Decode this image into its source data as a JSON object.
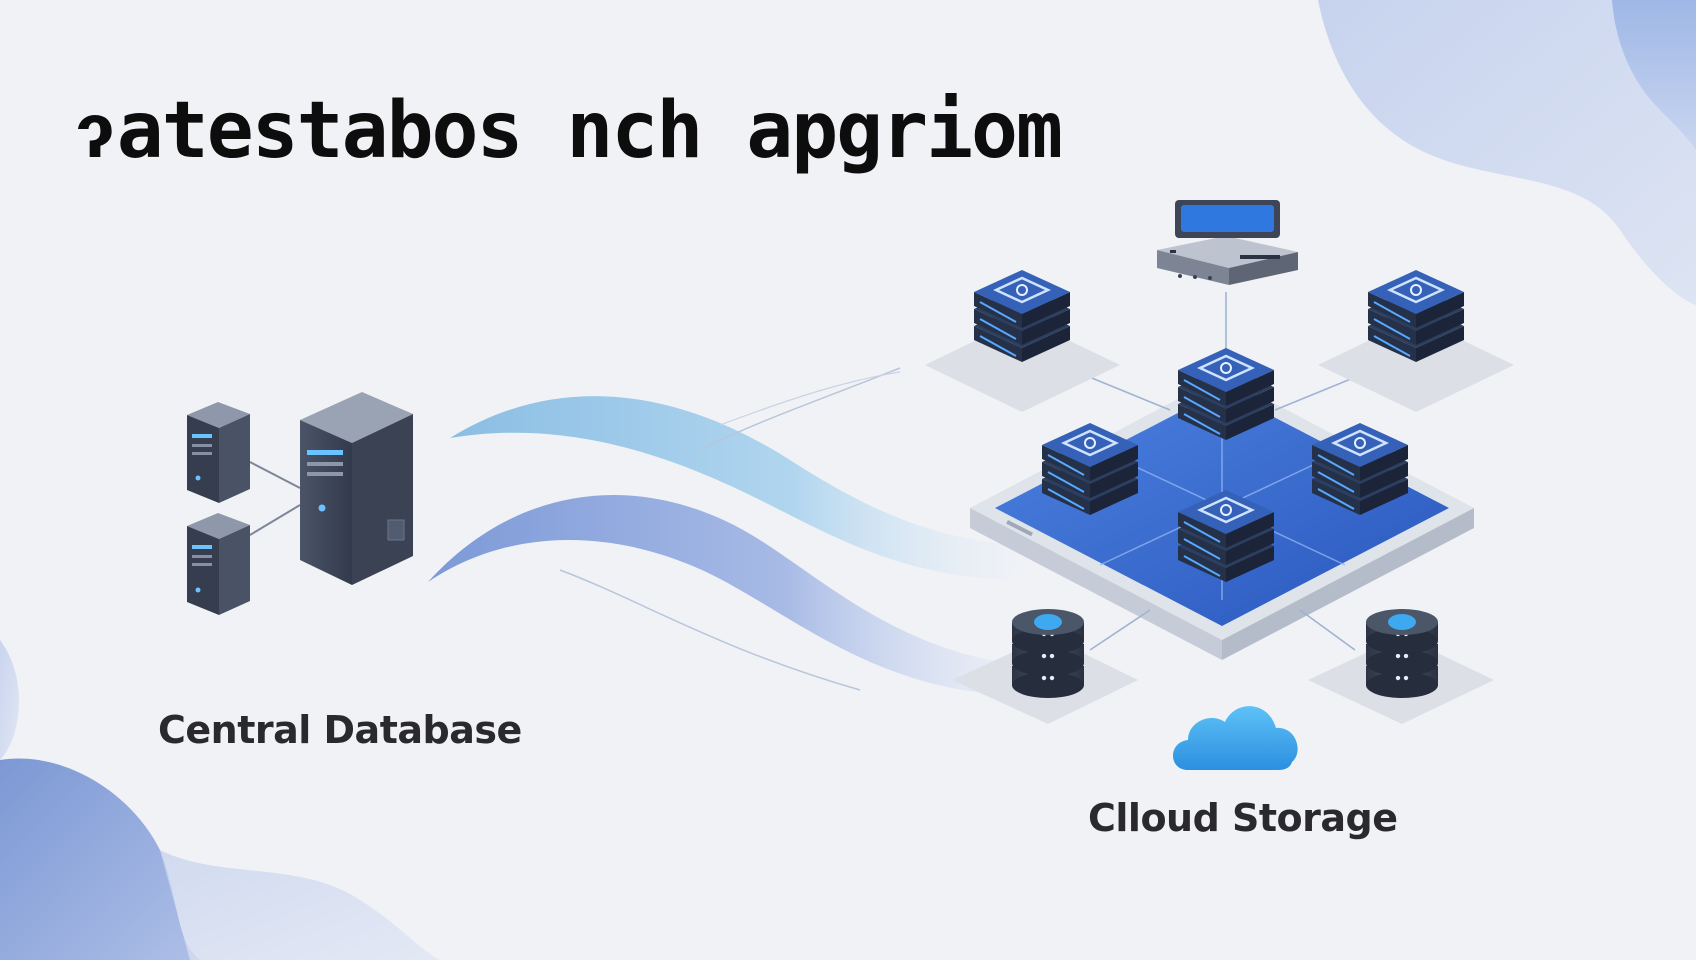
{
  "slide": {
    "title": "ɂatestabos nch apgriom"
  },
  "labels": {
    "central": "Central Database",
    "cloud": "Clloud Storage"
  },
  "colors": {
    "background": "#f1f2f5",
    "accent": "#3b6fd6",
    "platform": "#2f63c9",
    "wave_light": "#9ecbea",
    "wave_dark": "#8ea6df",
    "cloud": "#3ea8f0",
    "server": "#3a4356"
  },
  "icons": {
    "left": [
      "server-icon",
      "server-icon",
      "server-tower-icon"
    ],
    "network": [
      "control-console-icon",
      "node-server-icon",
      "database-cylinder-icon",
      "cloud-icon"
    ]
  }
}
